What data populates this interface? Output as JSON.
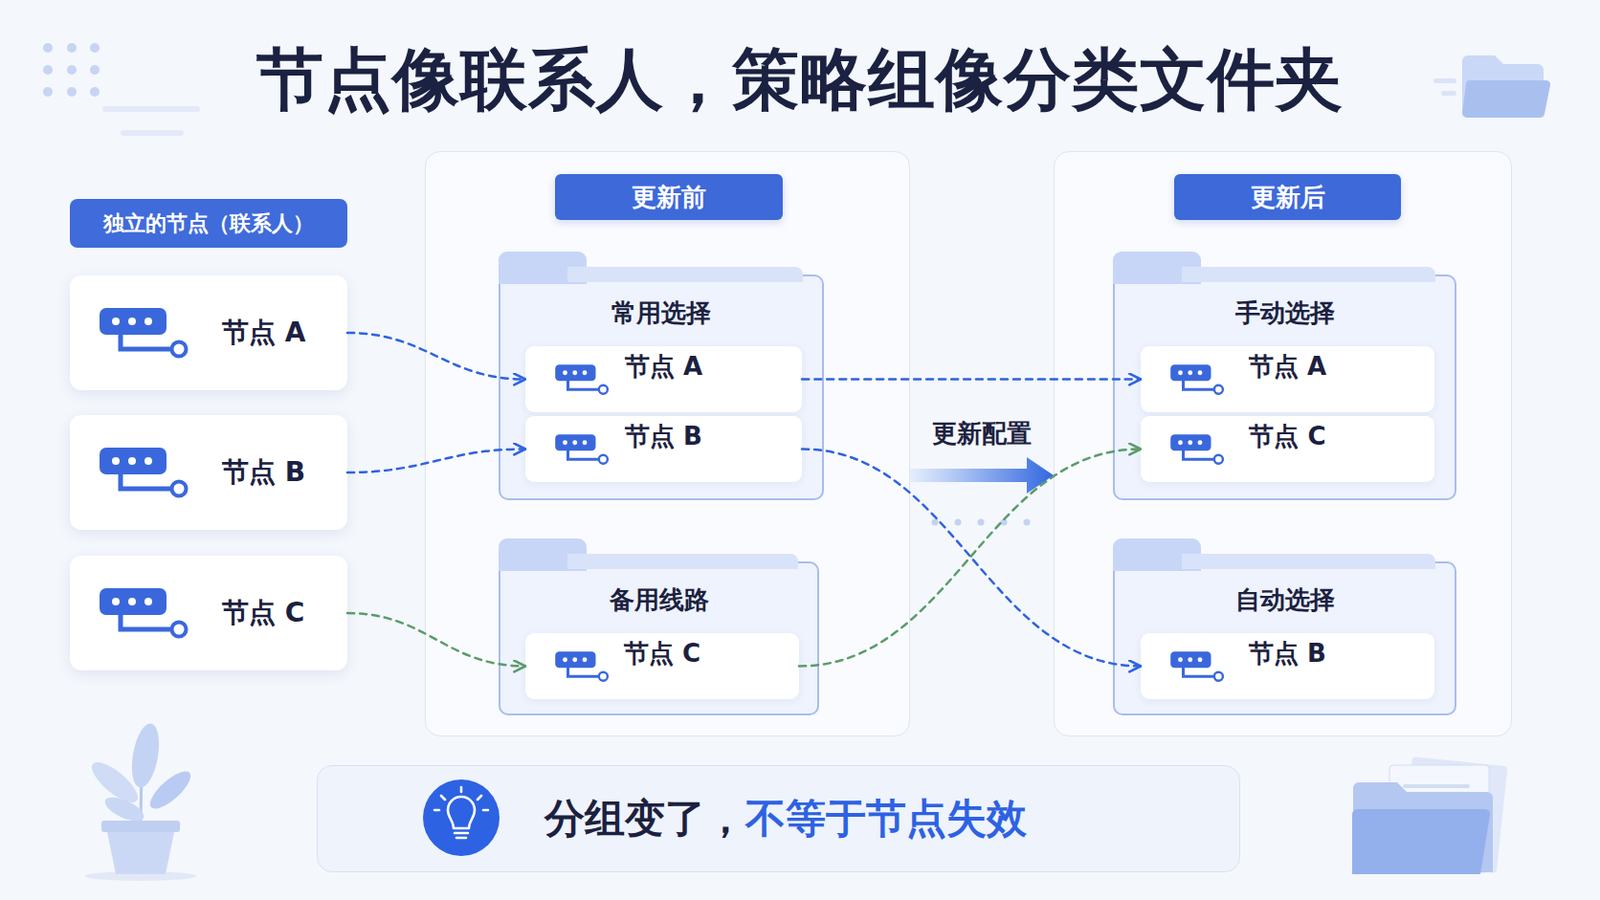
{
  "diagram": {
    "title": "节点像联系人，策略组像分类文件夹",
    "nodes": [
      {
        "text": [
          "独立的节点（联系人）"
        ]
      },
      {
        "text": [
          "节点 A"
        ]
      },
      {
        "text": [
          "节点 B"
        ]
      },
      {
        "text": [
          "节点 C"
        ]
      },
      {
        "text": [
          "更新前"
        ]
      },
      {
        "text": [
          "常用选择"
        ],
        "in": 4
      },
      {
        "text": [
          "节点 A"
        ],
        "in": 5
      },
      {
        "text": [
          "节点 B"
        ],
        "in": 5
      },
      {
        "text": [
          "备用线路"
        ],
        "in": 4
      },
      {
        "text": [
          "节点 C"
        ],
        "in": 8
      },
      {
        "text": [
          "更新后"
        ]
      },
      {
        "text": [
          "手动选择"
        ],
        "in": 10
      },
      {
        "text": [
          "节点 A"
        ],
        "in": 11
      },
      {
        "text": [
          "节点 C"
        ],
        "in": 11
      },
      {
        "text": [
          "自动选择"
        ],
        "in": 10
      },
      {
        "text": [
          "节点 B"
        ],
        "in": 14
      },
      {
        "text": [
          "分组变了，",
          "不等于节点失效"
        ]
      }
    ],
    "edges": [
      {
        "from": 1,
        "to": 6,
        "arrow": "to"
      },
      {
        "from": 2,
        "to": 7,
        "arrow": "to"
      },
      {
        "from": 3,
        "to": 9,
        "arrow": "to"
      },
      {
        "from": 6,
        "to": 12,
        "arrow": "to"
      },
      {
        "from": 7,
        "to": 15,
        "arrow": "to"
      },
      {
        "from": 9,
        "to": 13,
        "arrow": "to"
      },
      {
        "from": 4,
        "to": 10,
        "label": "更新配置",
        "arrow": "to"
      }
    ]
  }
}
